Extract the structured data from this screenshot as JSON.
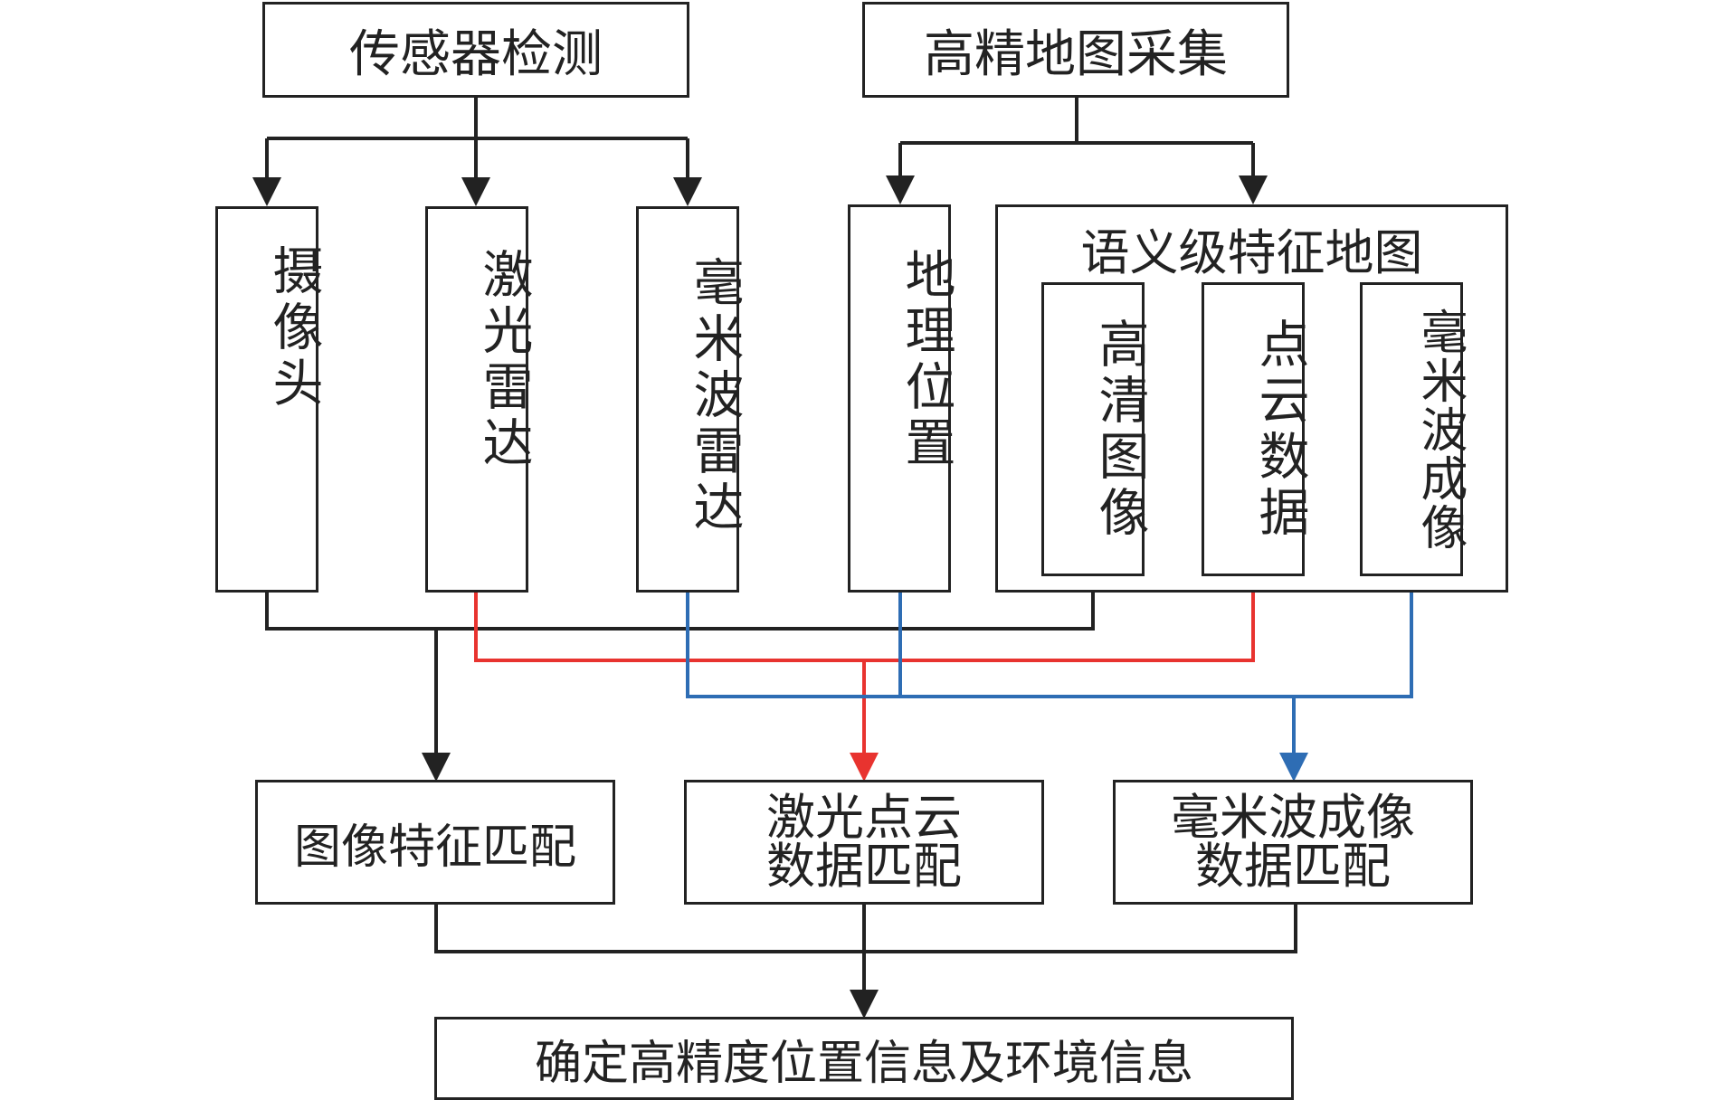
{
  "title_boxes": {
    "sensor": "传感器检测",
    "map": "高精地图采集"
  },
  "sensors": {
    "camera": "摄像头",
    "lidar": "激光雷达",
    "radar": "毫米波雷达"
  },
  "map_items": {
    "geo": "地理位置",
    "semantic_title": "语义级特征地图",
    "hd_image": "高清图像",
    "point_cloud": "点云数据",
    "radar_image": "毫米波成像"
  },
  "matching": {
    "image": "图像特征匹配",
    "point_cloud": "激光点云\n数据匹配",
    "radar": "毫米波成像\n数据匹配"
  },
  "result": "确定高精度位置信息及环境信息",
  "colors": {
    "black_line": "#222222",
    "red_line": "#e8332f",
    "blue_line": "#2e6db4"
  }
}
